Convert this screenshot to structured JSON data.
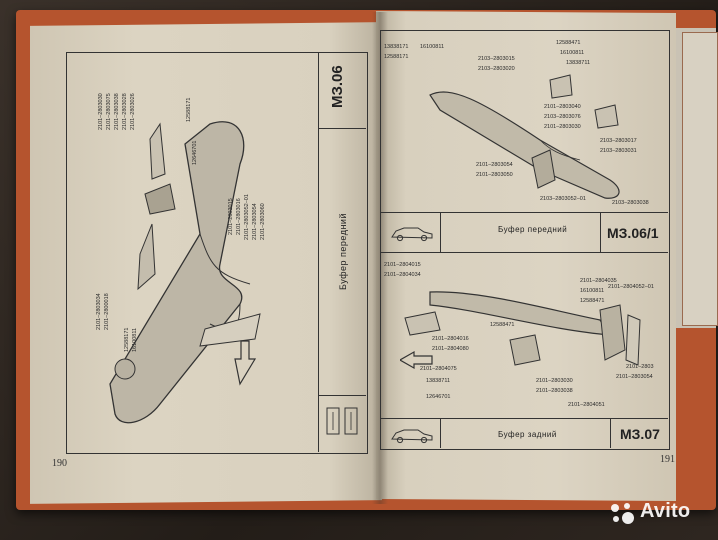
{
  "left_page": {
    "section_code": "МЗ.06",
    "section_title": "Буфер передний",
    "page_number": "190",
    "part_labels": [
      "2101–2803030",
      "2101–2803075",
      "2101–2803038",
      "2101–2803028",
      "2101–2803026",
      "12588171",
      "12646701",
      "2101–2803015",
      "2101–2803016",
      "2101–2803052–01",
      "2101–2803054",
      "2101–2803060",
      "2101–2803034",
      "2101–2800018",
      "12588171",
      "16100811"
    ]
  },
  "right_page": {
    "upper_section_code": "МЗ.06/1",
    "upper_section_title": "Буфер передний",
    "lower_section_code": "МЗ.07",
    "lower_section_title": "Буфер задний",
    "page_number": "191",
    "upper_labels": [
      "13838171",
      "16100811",
      "12588171",
      "2103–2803015",
      "2103–2803020",
      "12588471",
      "16100811",
      "13838711",
      "2101–2803040",
      "2103–2803076",
      "2101–2803030",
      "2103–2803017",
      "2103–2803031",
      "2101–2803054",
      "2101–2803050",
      "2103–2803052–01",
      "2103–2803038"
    ],
    "lower_labels": [
      "2101–2804015",
      "2101–2804034",
      "2101–2804035",
      "16100811",
      "2101–2804052–01",
      "12588471",
      "12588471",
      "2101–2804016",
      "2101–2804080",
      "2101–2804075",
      "2101–2803030",
      "2101–2803",
      "13838711",
      "2101–2803038",
      "12646701",
      "2101–2804051",
      "2101–2803054"
    ]
  },
  "watermark": {
    "brand": "Avito"
  }
}
